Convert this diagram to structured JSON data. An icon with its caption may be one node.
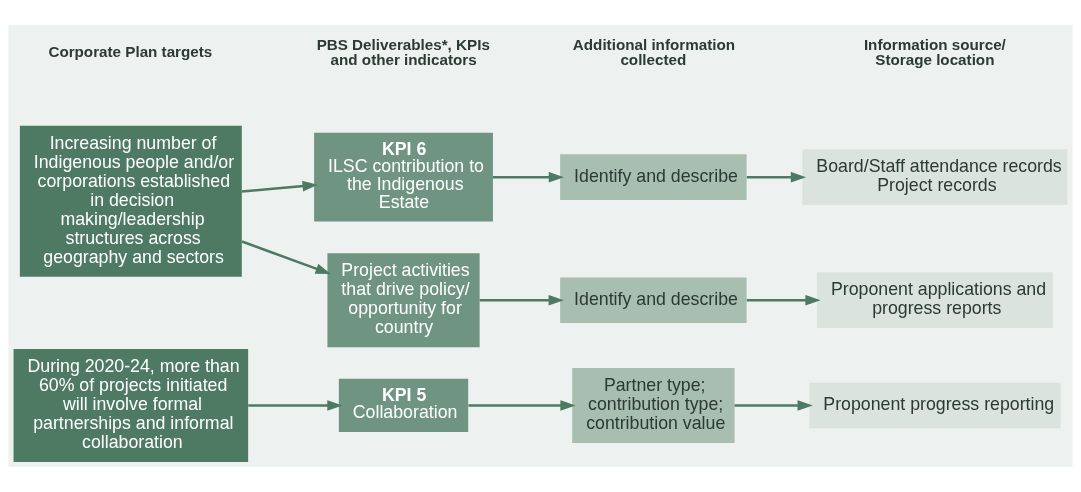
{
  "diagram": {
    "nodes": [
      {
        "text": [
          "During 2020-24, more than 60% of projects initiated will involve formal partnerships and informal collaboration"
        ]
      },
      {
        "text": [
          "KPI 5",
          "Collaboration"
        ]
      },
      {
        "text": [
          "Partner type; contribution type; contribution value"
        ]
      },
      {
        "text": [
          "Proponent progress reporting"
        ]
      },
      {
        "text": [
          "Increasing number of Indigenous people and/or corporations established in decision making/leadership structures across geography and sectors"
        ]
      },
      {
        "text": [
          "KPI 6",
          "ILSC contribution to the Indigenous Estate"
        ]
      },
      {
        "text": [
          "Project activities that drive policy/ opportunity for country"
        ]
      },
      {
        "text": [
          "Identify and describe"
        ]
      },
      {
        "text": [
          "Board/Staff attendance records",
          "Project records"
        ]
      },
      {
        "text": [
          "Identify and describe"
        ]
      },
      {
        "text": [
          "Proponent applications and progress reports"
        ]
      }
    ],
    "edges": [
      {
        "from": 0,
        "to": 1,
        "arrow": "to"
      },
      {
        "from": 1,
        "to": 2,
        "arrow": "to"
      },
      {
        "from": 2,
        "to": 3,
        "arrow": "to"
      },
      {
        "from": 4,
        "to": 5,
        "arrow": "to"
      },
      {
        "from": 5,
        "to": 7,
        "arrow": "to"
      },
      {
        "from": 7,
        "to": 8,
        "arrow": "to"
      },
      {
        "from": 4,
        "to": 6,
        "arrow": "to"
      },
      {
        "from": 6,
        "to": 9,
        "arrow": "to"
      },
      {
        "from": 9,
        "to": 10,
        "arrow": "to"
      }
    ],
    "labels": [
      "Corporate Plan targets",
      "PBS Deliverables*, KPIs and other indicators",
      "Additional information collected",
      "Information source/ Storage location"
    ]
  }
}
